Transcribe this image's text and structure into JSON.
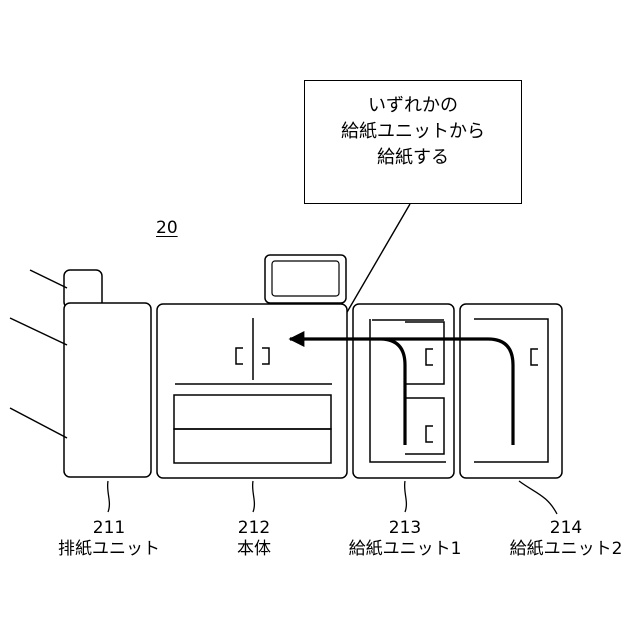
{
  "figure_ref": "20",
  "callout": {
    "lines": [
      "いずれかの",
      "給紙ユニットから",
      "給紙する"
    ]
  },
  "units": [
    {
      "number": "211",
      "name": "排紙ユニット"
    },
    {
      "number": "212",
      "name": "本体"
    },
    {
      "number": "213",
      "name": "給紙ユニット1"
    },
    {
      "number": "214",
      "name": "給紙ユニット2"
    }
  ]
}
